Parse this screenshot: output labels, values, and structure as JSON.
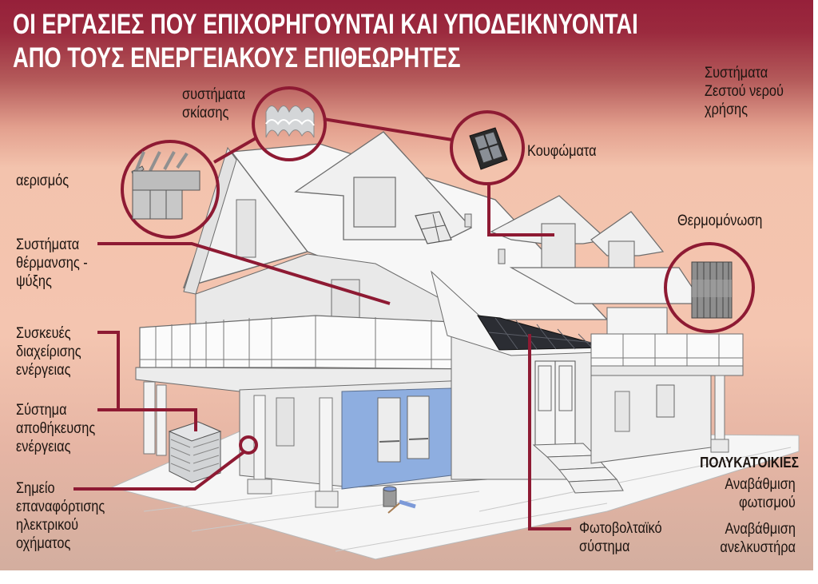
{
  "header": {
    "title_line1": "ΟΙ ΕΡΓΑΣΙΕΣ ΠΟΥ ΕΠΙΧΟΡΗΓΟΥΝΤΑΙ ΚΑΙ ΥΠΟΔΕΙΚΝΥΟΝΤΑΙ",
    "title_line2": "ΑΠΟ ΤΟΥΣ ΕΝΕΡΓΕΙΑΚΟΥΣ ΕΠΙΘΕΩΡΗΤΕΣ"
  },
  "labels": {
    "shading": [
      "συστήματα",
      "σκίασης"
    ],
    "ventilation": [
      "αερισμός"
    ],
    "windows": [
      "Κουφώματα"
    ],
    "hot_water": [
      "Συστήματα",
      "Ζεστού νερού",
      "χρήσης"
    ],
    "insulation": [
      "Θερμομόνωση"
    ],
    "heating_cooling": [
      "Συστήματα",
      "θέρμανσης -",
      "ψύξης"
    ],
    "energy_devices": [
      "Συσκευές",
      "διαχείρισης",
      "ενέργειας"
    ],
    "energy_storage": [
      "Σύστημα",
      "αποθήκευσης",
      "ενέργειας"
    ],
    "ev_charging": [
      "Σημείο",
      "επαναφόρτισης",
      "ηλεκτρικού",
      "οχήματος"
    ],
    "photovoltaic": [
      "Φωτοβολταϊκό",
      "σύστημα"
    ]
  },
  "apartment_buildings": {
    "heading": "ΠΟΛΥΚΑΤΟΙΚΙΕΣ",
    "items": [
      [
        "Αναβάθμιση",
        "φωτισμού"
      ],
      [
        "Αναβάθμιση",
        "ανελκυστήρα"
      ]
    ]
  },
  "colors": {
    "accent": "#8e1a33",
    "title_bg": "#96203a",
    "peach": "#f4c5b0",
    "ground": "#d3ae9f",
    "house": "#ededed",
    "blue_wall": "#8eaee0",
    "solar": "#2b2d33"
  }
}
